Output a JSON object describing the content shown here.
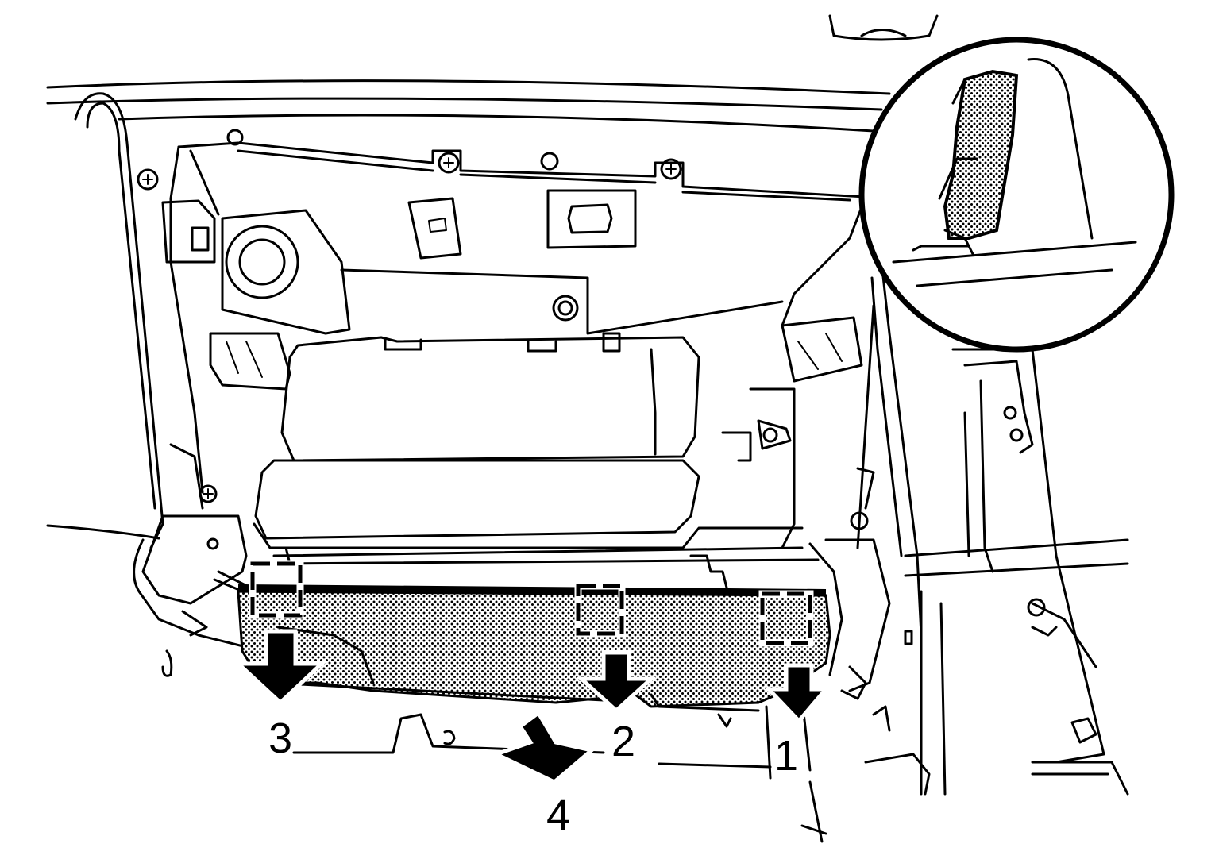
{
  "callouts": {
    "one": "1",
    "two": "2",
    "three": "3",
    "four": "4"
  },
  "colors": {
    "line": "#000000",
    "background": "#ffffff",
    "highlight_pattern": "dotted-grey"
  }
}
